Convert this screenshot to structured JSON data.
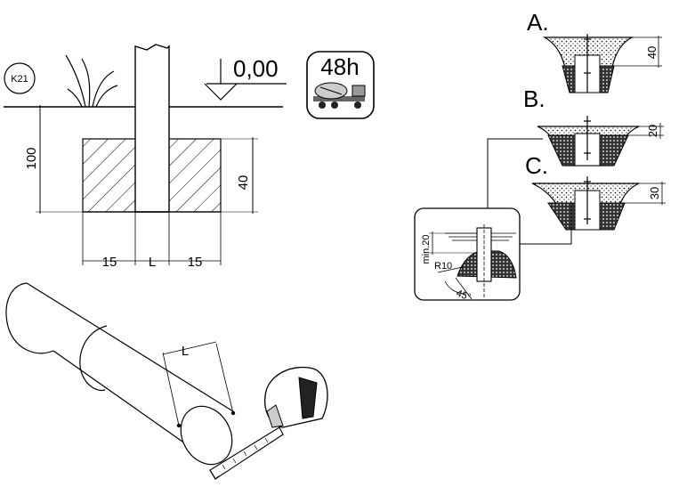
{
  "code_badge": "K21",
  "level_label": "0,00",
  "cure_time": "48h",
  "foundation": {
    "depth": "100",
    "block_height": "40",
    "left_width": "15",
    "post_width": "L",
    "right_width": "15"
  },
  "measure_label": "L",
  "variants": [
    {
      "letter": "A.",
      "dim": "40"
    },
    {
      "letter": "B.",
      "dim": "20"
    },
    {
      "letter": "C.",
      "dim": "30"
    }
  ],
  "detail": {
    "min_label": "min.20",
    "radius_label": "R10",
    "angle_label": "45°"
  },
  "colors": {
    "line": "#000000",
    "panel": "#ffffff",
    "fill": "#dcdcdc"
  }
}
